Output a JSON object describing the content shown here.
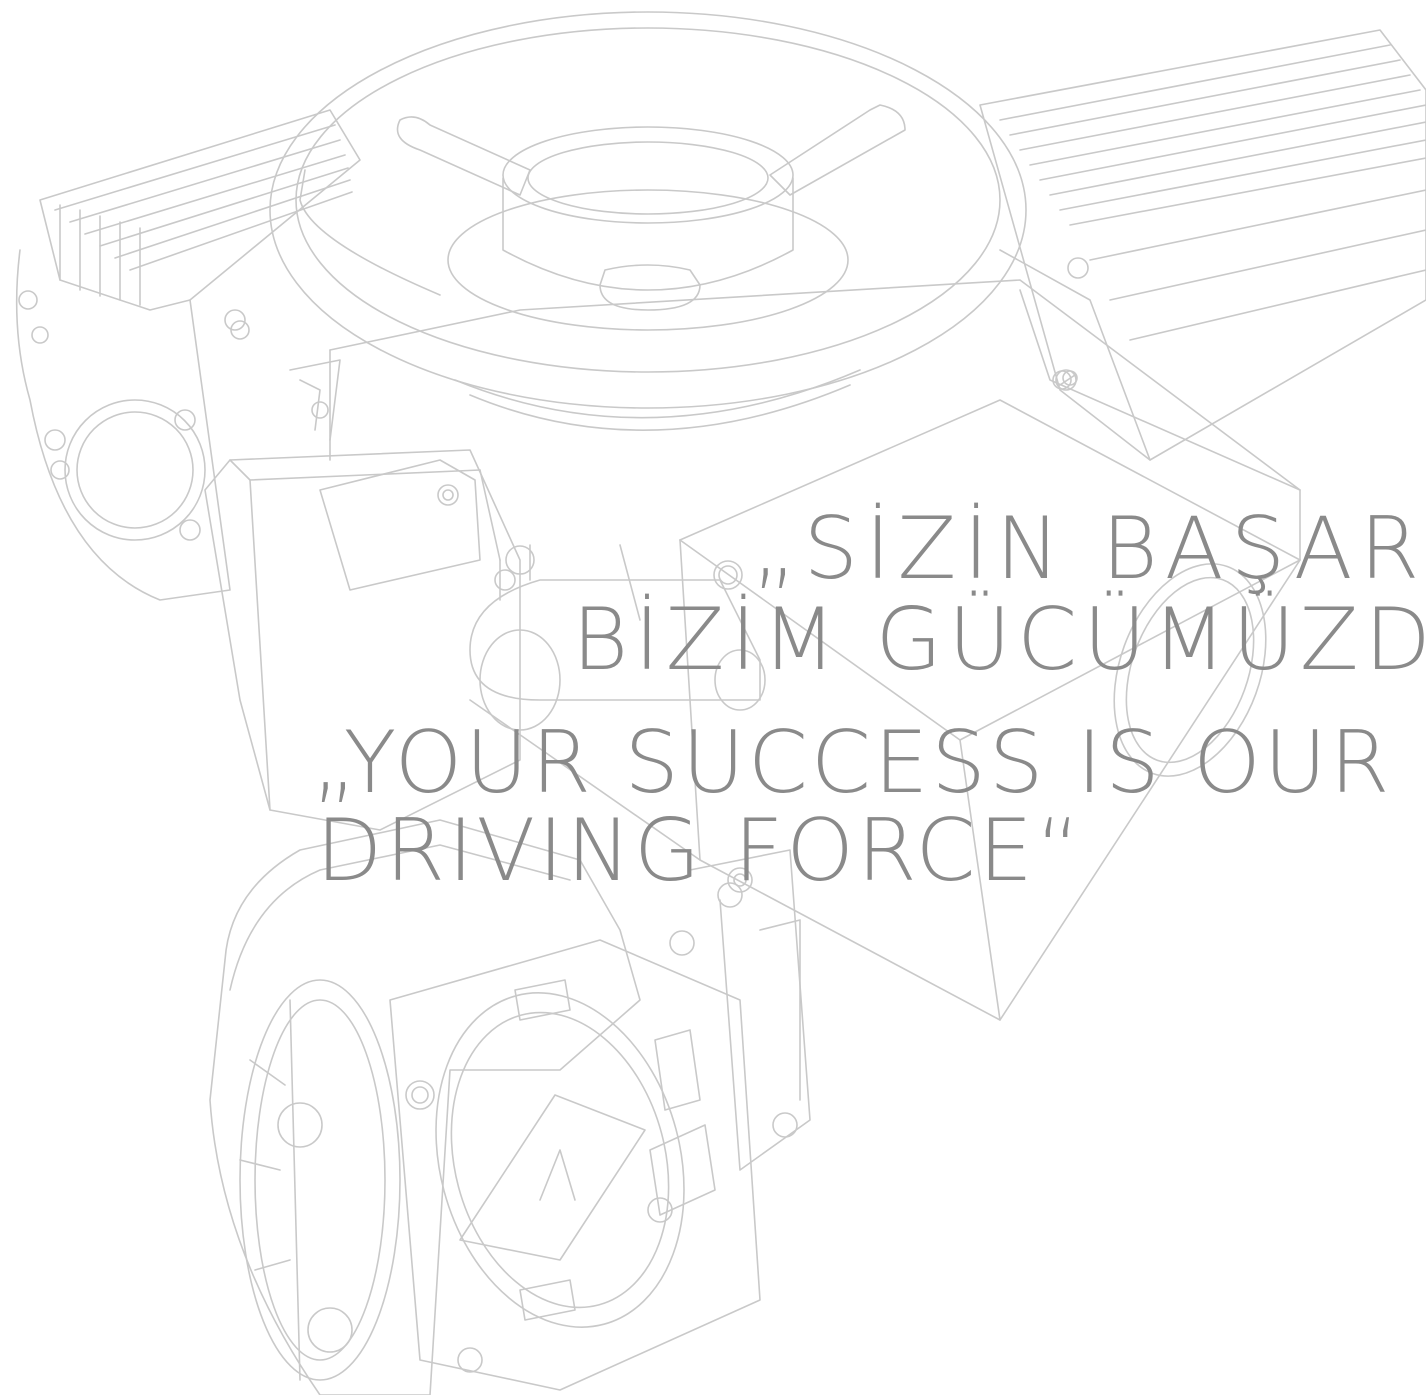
{
  "slogan": {
    "turkish_line1": "„SİZİN BAŞARINIZ",
    "turkish_line2": "BİZİM GÜCÜMÜZDÜR“",
    "english_line1": "„YOUR SUCCESS IS OUR",
    "english_line2": "DRIVING FORCE“"
  },
  "colors": {
    "text": "#8a8a8a",
    "line_art": "#c9c9c9",
    "background": "#ffffff"
  }
}
